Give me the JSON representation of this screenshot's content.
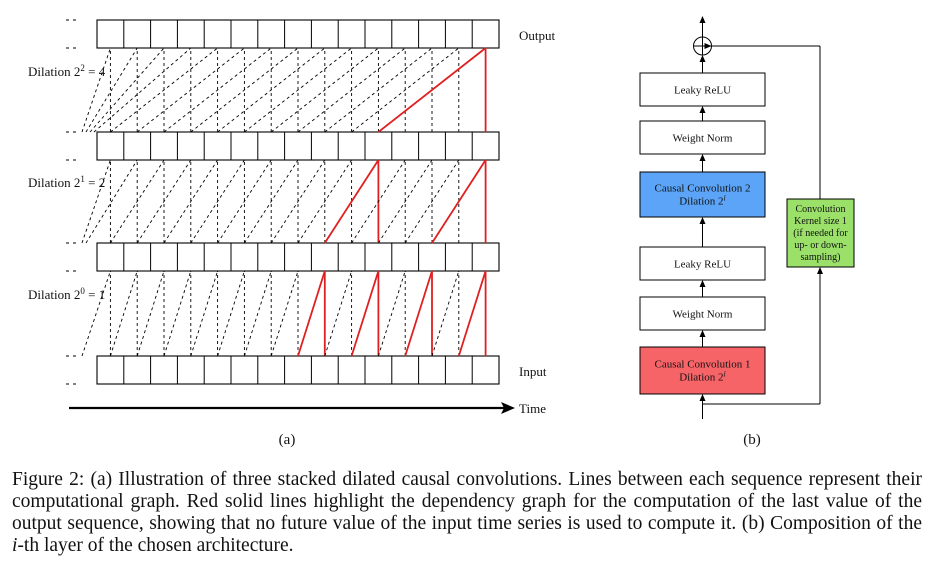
{
  "panel_a": {
    "output_label": "Output",
    "input_label": "Input",
    "time_label": "Time",
    "subfig_label": "(a)",
    "dilations": [
      {
        "prefix": "Dilation ",
        "base": "2",
        "exp": "2",
        "suffix": " = 4"
      },
      {
        "prefix": "Dilation ",
        "base": "2",
        "exp": "1",
        "suffix": " = 2"
      },
      {
        "prefix": "Dilation ",
        "base": "2",
        "exp": "0",
        "suffix": " = 1"
      }
    ],
    "num_cells": 15,
    "dilation_values": [
      4,
      2,
      1
    ]
  },
  "panel_b": {
    "subfig_label": "(b)",
    "plus_symbol": "+",
    "blocks": [
      {
        "id": "leaky-relu-2",
        "lines": [
          "Leaky ReLU"
        ]
      },
      {
        "id": "weight-norm-2",
        "lines": [
          "Weight Norm"
        ]
      },
      {
        "id": "causal-conv-2",
        "lines": [
          "Causal Convolution 2",
          "Dilation 2"
        ],
        "sup": "i"
      },
      {
        "id": "leaky-relu-1",
        "lines": [
          "Leaky ReLU"
        ]
      },
      {
        "id": "weight-norm-1",
        "lines": [
          "Weight Norm"
        ]
      },
      {
        "id": "causal-conv-1",
        "lines": [
          "Causal Convolution 1",
          "Dilation 2"
        ],
        "sup": "i"
      }
    ],
    "side_block": {
      "lines": [
        "Convolution",
        "Kernel size 1",
        "(if needed for",
        "up- or down-",
        "sampling)"
      ]
    },
    "colors": {
      "blue": "#5ba4f7",
      "red": "#f66468",
      "green": "#9be169"
    }
  },
  "caption": {
    "part1": "Figure 2: (a) Illustration of three stacked dilated causal convolutions. Lines between each sequence represent their computational graph. Red solid lines highlight the dependency graph for the computation of the last value of the output sequence, showing that no future value of the input time series is used to compute it. (b) Composition of the ",
    "var": "i",
    "part2": "-th layer of the chosen architecture."
  }
}
